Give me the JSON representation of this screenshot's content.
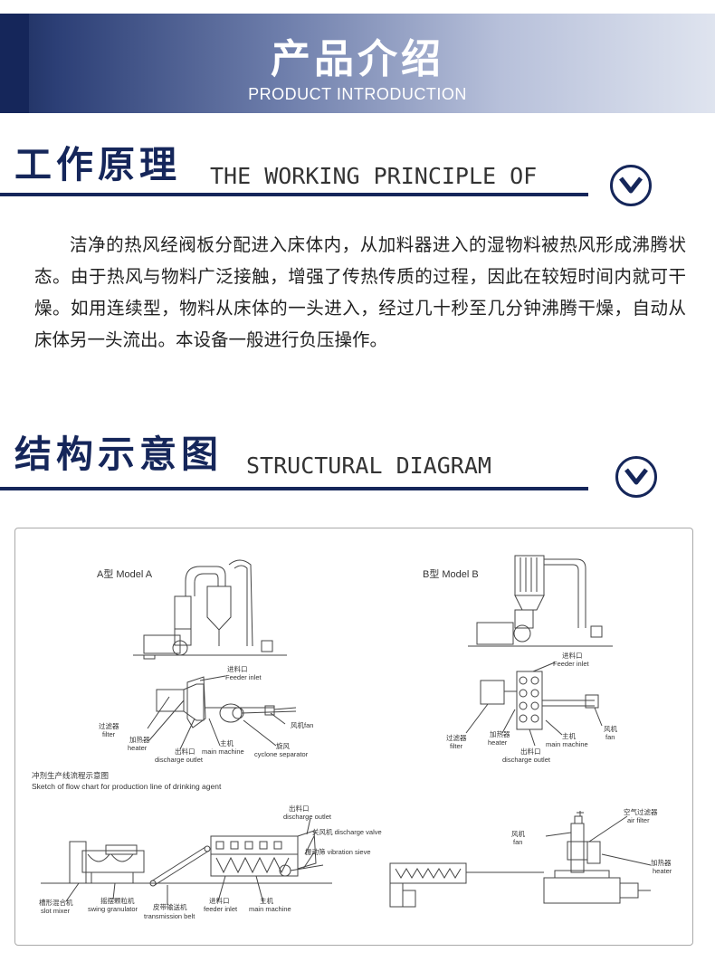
{
  "banner": {
    "title": "产品介绍",
    "subtitle": "PRODUCT INTRODUCTION"
  },
  "principle": {
    "title_cn": "工作原理",
    "title_en": "THE WORKING PRINCIPLE OF",
    "icon": "chevron-down-circle-icon",
    "text": "洁净的热风经阀板分配进入床体内，从加料器进入的湿物料被热风形成沸腾状态。由于热风与物料广泛接触，增强了传热传质的过程，因此在较短时间内就可干燥。如用连续型，物料从床体的一头进入，经过几十秒至几分钟沸腾干燥，自动从床体另一头流出。本设备一般进行负压操作。"
  },
  "structure": {
    "title_cn": "结构示意图",
    "title_en": "STRUCTURAL DIAGRAM",
    "icon": "chevron-down-circle-icon"
  },
  "diagram": {
    "model_a": "A型 Model A",
    "model_b": "B型 Model B",
    "a_labels": {
      "feeder_cn": "进料口",
      "feeder_en": "Feeder inlet",
      "filter_cn": "过滤器",
      "filter_en": "filter",
      "heater_cn": "加热器",
      "heater_en": "heater",
      "discharge_cn": "出料口",
      "discharge_en": "discharge outlet",
      "main_cn": "主机",
      "main_en": "main machine",
      "cyclone_cn": "旋风",
      "cyclone_en": "cyclone separator",
      "fan": "风机fan"
    },
    "b_labels": {
      "feeder_cn": "进料口",
      "feeder_en": "Feeder inlet",
      "filter_cn": "过滤器",
      "filter_en": "filter",
      "heater_cn": "加热器",
      "heater_en": "heater",
      "discharge_cn": "出料口",
      "discharge_en": "discharge outlet",
      "main_cn": "主机",
      "main_en": "main machine",
      "fan_cn": "风机",
      "fan_en": "fan"
    },
    "flow_title_cn": "冲剂生产线流程示意图",
    "flow_title_en": "Sketch of flow chart for production line of drinking agent",
    "flow_labels": {
      "discharge_cn": "出料口",
      "discharge_en": "discharge outlet",
      "valve": "关风机 discharge valve",
      "sieve": "振动筛 vibration sieve",
      "slot_cn": "槽形混合机",
      "slot_en": "slot mixer",
      "swing_cn": "摇摆颗粒机",
      "swing_en": "swing granulator",
      "belt_cn": "皮带输送机",
      "belt_en": "transmission belt",
      "feeder_cn": "进料口",
      "feeder_en": "feeder inlet",
      "main_cn": "主机",
      "main_en": "main machine",
      "fan_cn": "风机",
      "fan_en": "fan",
      "airfilter_cn": "空气过滤器",
      "airfilter_en": "air filter",
      "heater_cn": "加热器",
      "heater_en": "heater"
    }
  }
}
